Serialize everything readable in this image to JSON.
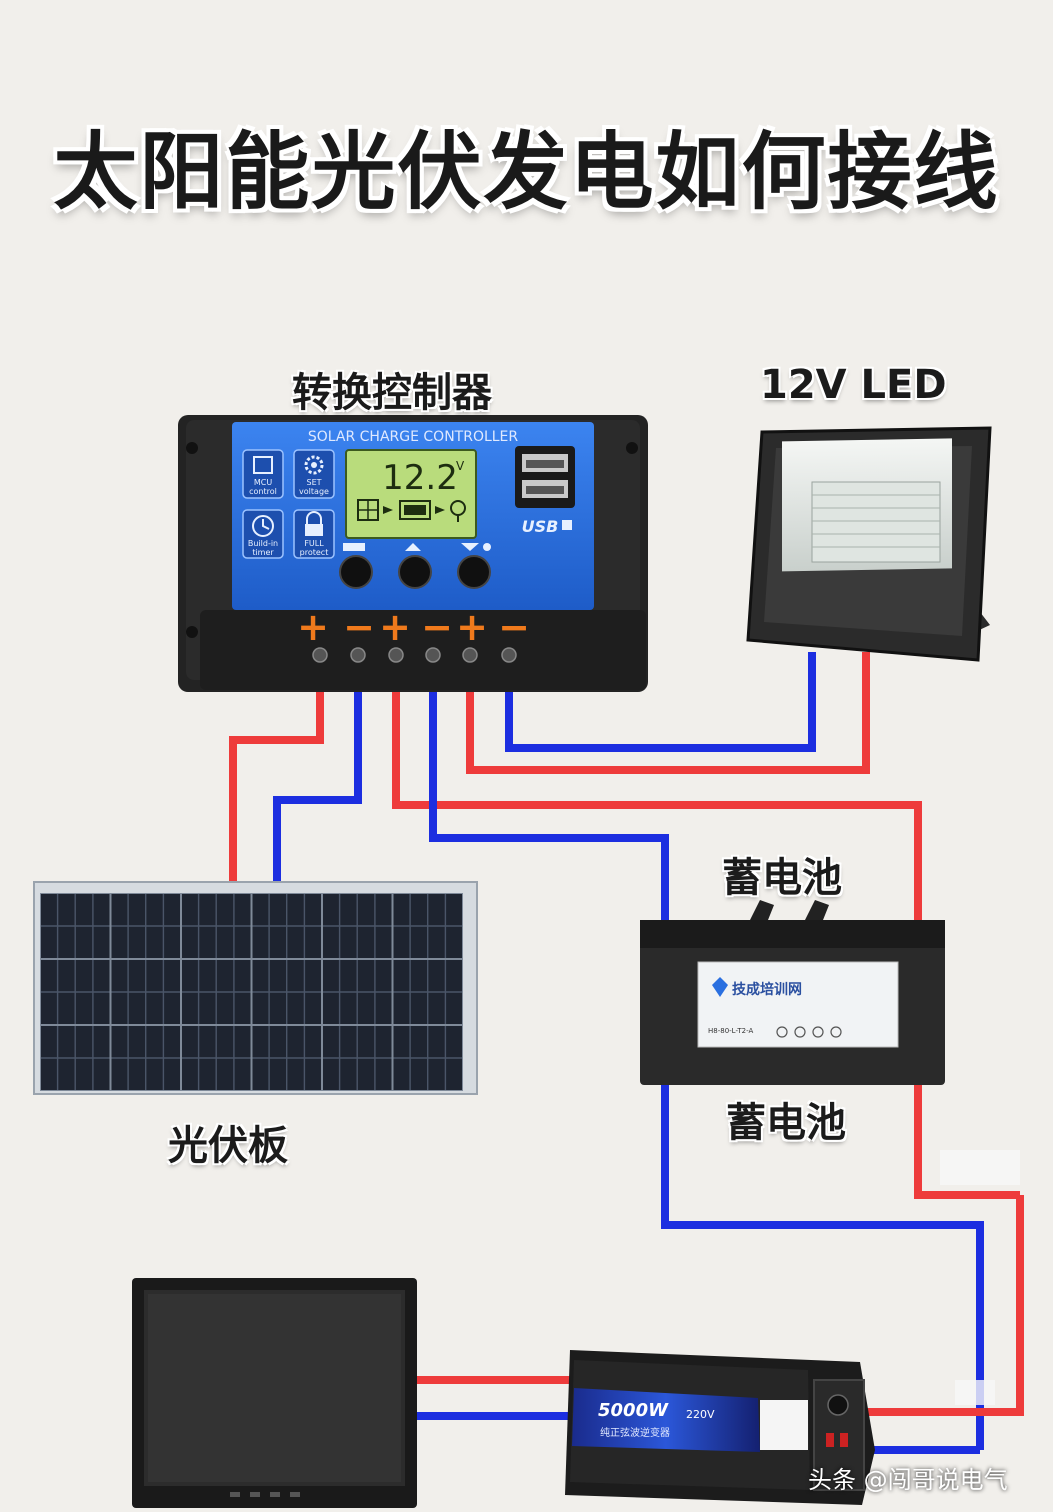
{
  "title": "太阳能光伏发电如何接线",
  "labels": {
    "controller": "转换控制器",
    "led": "12V  LED",
    "battery_top": "蓄电池",
    "battery_bottom": "蓄电池",
    "panel": "光伏板"
  },
  "controller": {
    "header": "SOLAR CHARGE CONTROLLER",
    "lcd_value": "12.2",
    "lcd_unit": "V",
    "usb": "USB",
    "icons": [
      {
        "name": "mcu-icon",
        "line1": "MCU",
        "line2": "control"
      },
      {
        "name": "gear-icon",
        "line1": "SET",
        "line2": "voltage"
      },
      {
        "name": "clock-icon",
        "line1": "Build-in",
        "line2": "timer"
      },
      {
        "name": "lock-icon",
        "line1": "FULL",
        "line2": "protect"
      }
    ],
    "terminal_signs": [
      "+",
      "−",
      "+",
      "−",
      "+",
      "−"
    ]
  },
  "battery": {
    "brand": "技成培训网",
    "model": "H8-80-L-T2-A"
  },
  "inverter": {
    "power": "5000W",
    "output": "220V",
    "subtitle": "纯正弦波逆变器"
  },
  "watermark": "头条 @闯哥说电气",
  "colors": {
    "positive_wire": "#ee3b3b",
    "negative_wire": "#1c2ee0",
    "controller_panel": "#2a6fe0",
    "lcd": "#b9dc7c",
    "terminal_sign": "#f07a1c"
  }
}
